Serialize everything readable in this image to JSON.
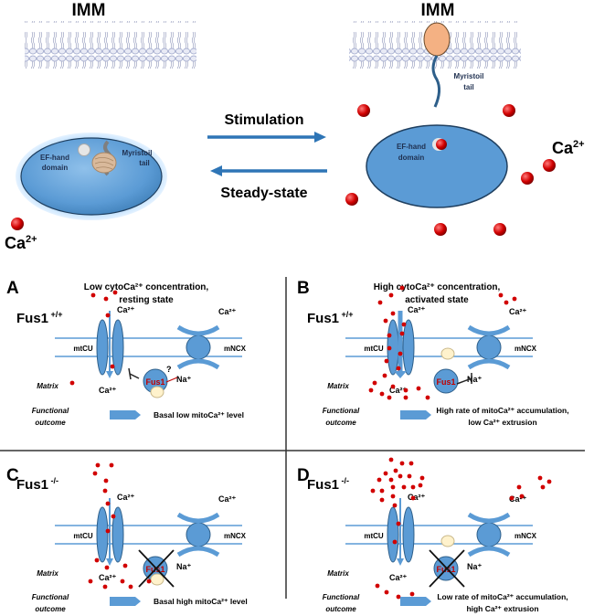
{
  "top": {
    "left_membrane_label": "IMM",
    "right_membrane_label": "IMM",
    "left_protein": {
      "ef_hand_line1": "EF-hand",
      "ef_hand_line2": "domain",
      "tail_line1": "Myristoil",
      "tail_line2": "tail"
    },
    "right_protein": {
      "ef_hand_line1": "EF-hand",
      "ef_hand_line2": "domain",
      "tail_line1": "Myristoil",
      "tail_line2": "tail"
    },
    "forward_arrow_label": "Stimulation",
    "reverse_arrow_label": "Steady-state",
    "left_ion_label": "Ca",
    "left_ion_sup": "2+",
    "right_ion_label": "Ca",
    "right_ion_sup": "2+"
  },
  "colors": {
    "membrane": "#9aa3c8",
    "vesicle": "#5b9bd5",
    "vesicle_dark": "#2e5f8a",
    "arrow": "#2e75b6",
    "calcium": "#c00000",
    "fus1_text": "#c00000",
    "tail_beige": "#d9b99b",
    "panel_line": "#333333"
  },
  "panels": [
    {
      "letter": "A",
      "genotype": "Fus1",
      "genotype_sup": "+/+",
      "header_line1": "Low cytoCa²⁺ concentration,",
      "header_line2": "resting state",
      "channel_label": "mtCU",
      "exchanger_label": "mNCX",
      "matrix_label": "Matrix",
      "ca_top": "Ca²⁺",
      "ca_bottom": "Ca²⁺",
      "ca_exchanger": "Ca²⁺",
      "na_label": "Na⁺",
      "fus1_label": "Fus1",
      "question_mark": "?",
      "outcome_label_line1": "Functional",
      "outcome_label_line2": "outcome",
      "outcome_line1": "Basal low mitoCa²⁺ level",
      "outcome_line2": ""
    },
    {
      "letter": "B",
      "genotype": "Fus1",
      "genotype_sup": "+/+",
      "header_line1": "High cytoCa²⁺ concentration,",
      "header_line2": "activated  state",
      "channel_label": "mtCU",
      "exchanger_label": "mNCX",
      "matrix_label": "Matrix",
      "ca_top": "Ca²⁺",
      "ca_bottom": "Ca²⁺",
      "ca_exchanger": "Ca²⁺",
      "na_label": "Na⁺",
      "fus1_label": "Fus1",
      "question_mark": "",
      "outcome_label_line1": "Functional",
      "outcome_label_line2": "outcome",
      "outcome_line1": "High rate of mitoCa²⁺ accumulation,",
      "outcome_line2": "low Ca²⁺ extrusion"
    },
    {
      "letter": "C",
      "genotype": "Fus1",
      "genotype_sup": "-/-",
      "header_line1": "",
      "header_line2": "",
      "channel_label": "mtCU",
      "exchanger_label": "mNCX",
      "matrix_label": "Matrix",
      "ca_top": "Ca²⁺",
      "ca_bottom": "Ca²⁺",
      "ca_exchanger": "Ca²⁺",
      "na_label": "Na⁺",
      "fus1_label": "Fus1",
      "question_mark": "",
      "outcome_label_line1": "Functional",
      "outcome_label_line2": "outcome",
      "outcome_line1": "Basal high mitoCa²⁺ level",
      "outcome_line2": ""
    },
    {
      "letter": "D",
      "genotype": "Fus1",
      "genotype_sup": "-/-",
      "header_line1": "",
      "header_line2": "",
      "channel_label": "mtCU",
      "exchanger_label": "mNCX",
      "matrix_label": "Matrix",
      "ca_top": "Ca²⁺",
      "ca_bottom": "Ca²⁺",
      "ca_exchanger": "Ca²⁺",
      "na_label": "Na⁺",
      "fus1_label": "Fus1",
      "question_mark": "",
      "outcome_label_line1": "Functional",
      "outcome_label_line2": "outcome",
      "outcome_line1": "Low rate of mitoCa²⁺ accumulation,",
      "outcome_line2": "high Ca²⁺ extrusion"
    }
  ]
}
